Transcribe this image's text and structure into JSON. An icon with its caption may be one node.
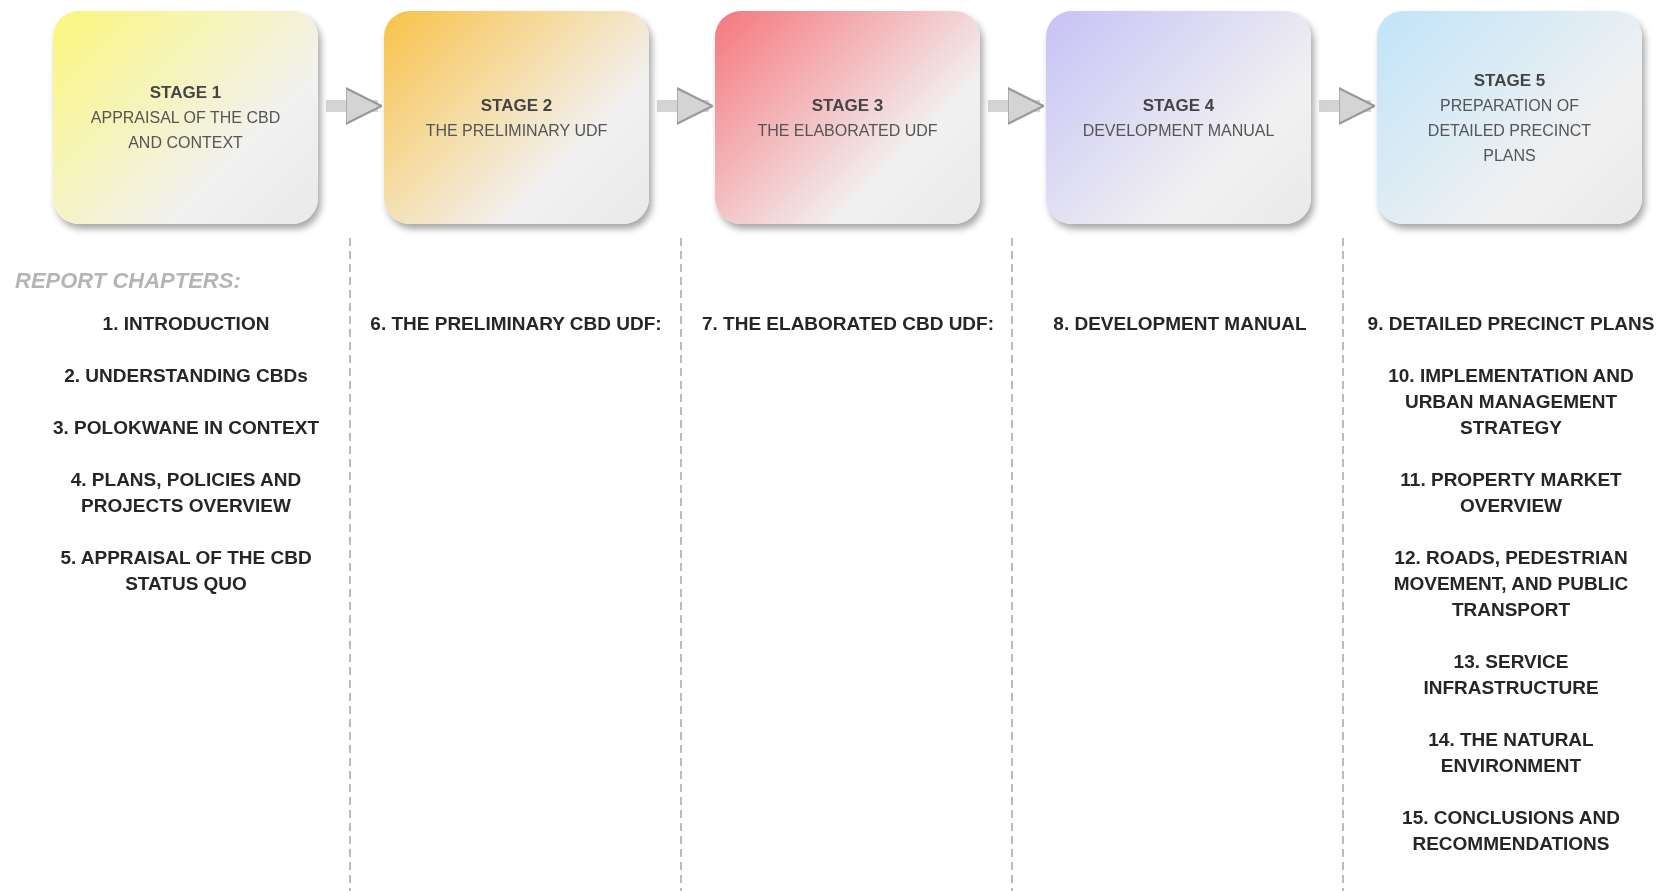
{
  "diagram": {
    "nodes": [
      {
        "text": [
          "STAGE 1",
          "APPRAISAL OF THE CBD AND CONTEXT"
        ]
      },
      {
        "text": [
          "STAGE 2",
          "THE PRELIMINARY UDF"
        ]
      },
      {
        "text": [
          "STAGE 3",
          "THE ELABORATED UDF"
        ]
      },
      {
        "text": [
          "STAGE 4",
          "DEVELOPMENT MANUAL"
        ]
      },
      {
        "text": [
          "STAGE 5",
          "PREPARATION OF DETAILED PRECINCT PLANS"
        ]
      }
    ],
    "edges": [
      {
        "from": 0,
        "to": 1,
        "arrow": "to"
      },
      {
        "from": 1,
        "to": 2,
        "arrow": "to"
      },
      {
        "from": 2,
        "to": 3,
        "arrow": "to"
      },
      {
        "from": 3,
        "to": 4,
        "arrow": "to"
      }
    ],
    "labels": [
      "REPORT CHAPTERS:",
      "1. INTRODUCTION",
      "2. UNDERSTANDING CBDs",
      "3. POLOKWANE IN CONTEXT",
      "4. PLANS, POLICIES AND PROJECTS OVERVIEW",
      "5. APPRAISAL OF THE CBD STATUS QUO",
      "6. THE PRELIMINARY CBD UDF:",
      "7. THE ELABORATED CBD UDF:",
      "8. DEVELOPMENT MANUAL",
      "9. DETAILED PRECINCT PLANS",
      "10. IMPLEMENTATION AND URBAN MANAGEMENT STRATEGY",
      "11. PROPERTY MARKET OVERVIEW",
      "12. ROADS, PEDESTRIAN MOVEMENT, AND PUBLIC TRANSPORT",
      "13. SERVICE INFRASTRUCTURE",
      "14. THE NATURAL ENVIRONMENT",
      "15. CONCLUSIONS AND RECOMMENDATIONS"
    ]
  }
}
